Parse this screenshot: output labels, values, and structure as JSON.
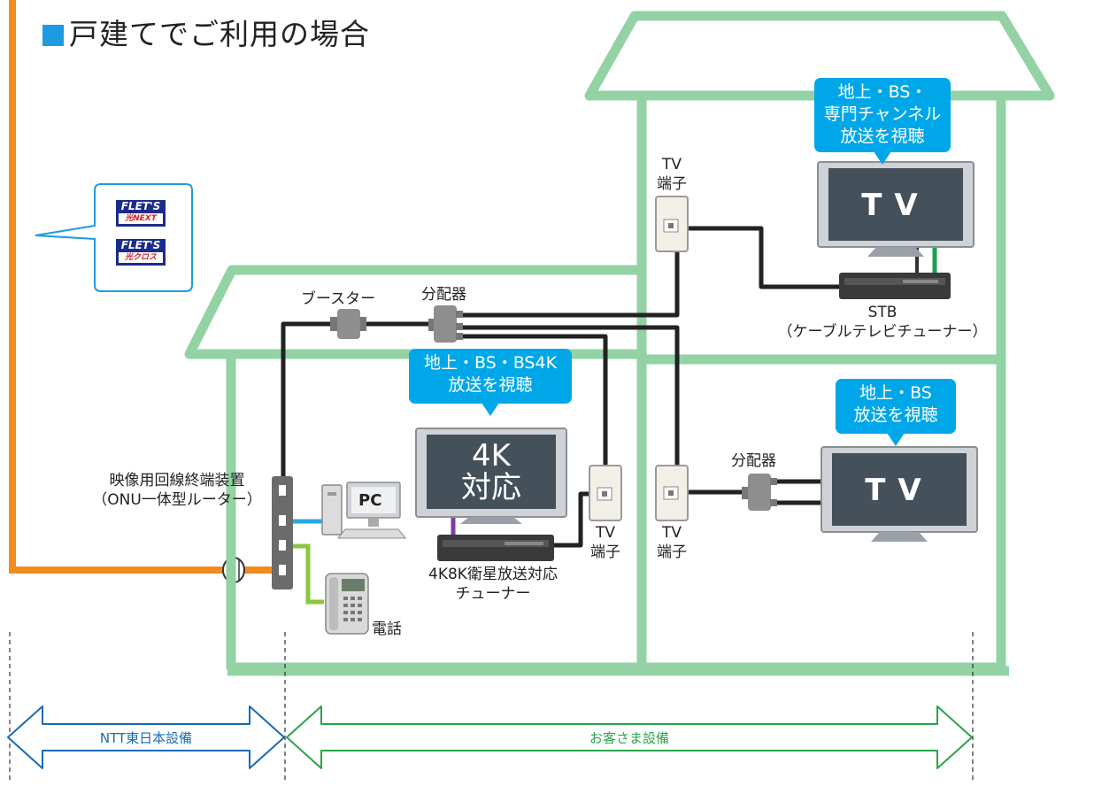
{
  "title": "戸建てでご利用の場合",
  "devices": {
    "onu_label_1": "映像用回線終端装置",
    "onu_label_2": "（ONU一体型ルーター）",
    "booster": "ブースター",
    "splitter_top": "分配器",
    "splitter_right": "分配器",
    "stb_label_1": "STB",
    "stb_label_2": "（ケーブルテレビチューナー）",
    "tuner_label_1": "4K8K衛星放送対応",
    "tuner_label_2": "チューナー",
    "phone": "電話",
    "pc": "PC",
    "tv_terminal_top_1": "TV",
    "tv_terminal_top_2": "端子",
    "tv_terminal_mid_1": "TV",
    "tv_terminal_mid_2": "端子",
    "tv_terminal_right_1": "TV",
    "tv_terminal_right_2": "端子"
  },
  "tvs": {
    "tv_top_text": "TV",
    "tv_4k_line1": "4K",
    "tv_4k_line2": "対応",
    "tv_right_text": "TV"
  },
  "bubbles": {
    "top_1": "地上・BS・",
    "top_2": "専門チャンネル",
    "top_3": "放送を視聴",
    "mid_1": "地上・BS・BS4K",
    "mid_2": "放送を視聴",
    "right_1": "地上・BS",
    "right_2": "放送を視聴"
  },
  "flets": {
    "logo_1_top": "FLET'S",
    "logo_1_sub": "光NEXT",
    "logo_2_top": "FLET'S",
    "logo_2_sub": "光クロス"
  },
  "boundaries": {
    "ntt": "NTT東日本設備",
    "customer": "お客さま設備"
  },
  "colors": {
    "house": "#93d2a4",
    "fiber": "#f08c1e",
    "cable": "#222222",
    "bubble": "#00a7e8",
    "ntt_arrow": "#1a6ab5",
    "customer_arrow": "#2aa34a"
  }
}
